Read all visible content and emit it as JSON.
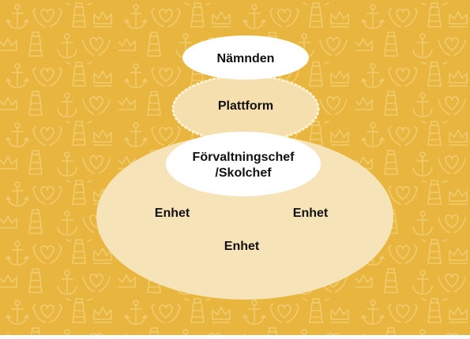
{
  "colors": {
    "background": "#E8B63F",
    "pattern": "#F0CB6E",
    "outer_ellipse": "#F7E3B8",
    "middle_ellipse": "#F5DFAE",
    "dotted_border": "#FFF3D2",
    "top_ellipses": "#FFFFFF",
    "text": "#111111"
  },
  "pattern_icons": [
    "anchor-icon",
    "lighthouse-icon",
    "heart-hands-icon",
    "crown-icon"
  ],
  "diagram": {
    "top_label": "Nämnden",
    "platform_label": "Plattform",
    "management_label_line1": "Förvaltningschef",
    "management_label_line2": "/Skolchef",
    "unit_left": "Enhet",
    "unit_right": "Enhet",
    "unit_bottom": "Enhet"
  }
}
